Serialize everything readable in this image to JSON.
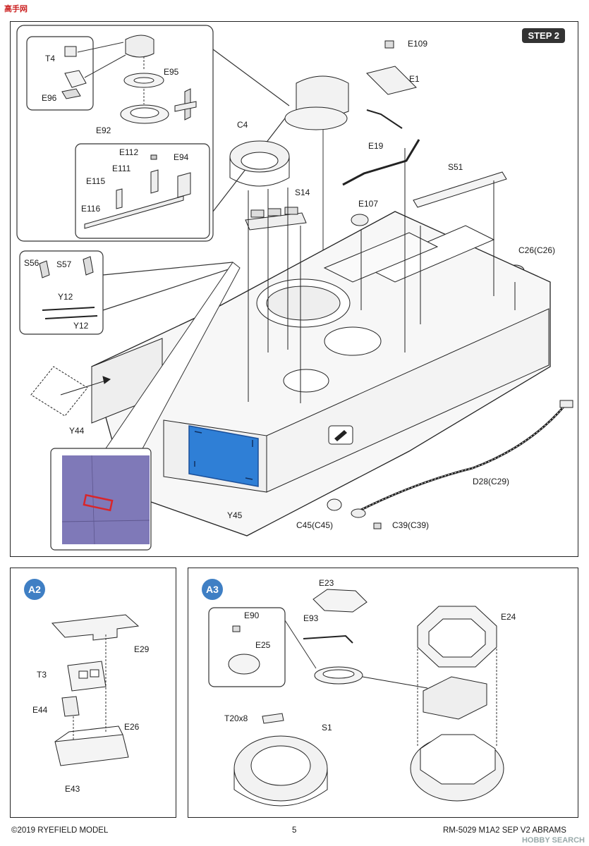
{
  "step_label": "STEP 2",
  "main_labels": {
    "t4": "T4",
    "e95": "E95",
    "e96": "E96",
    "e92": "E92",
    "e112": "E112",
    "e94": "E94",
    "e111": "E111",
    "e115": "E115",
    "e116": "E116",
    "s56": "S56",
    "s57": "S57",
    "y12a": "Y12",
    "y12b": "Y12",
    "c4": "C4",
    "s14": "S14",
    "e109": "E109",
    "e1": "E1",
    "e19": "E19",
    "s51": "S51",
    "e107": "E107",
    "c26": "C26(C26)",
    "y44": "Y44",
    "y45": "Y45",
    "d28": "D28(C29)",
    "c45": "C45(C45)",
    "c39": "C39(C39)"
  },
  "panel_a2": {
    "badge": "A2",
    "labels": {
      "e29": "E29",
      "t3": "T3",
      "e44": "E44",
      "e26": "E26",
      "e43": "E43"
    }
  },
  "panel_a3": {
    "badge": "A3",
    "labels": {
      "e23": "E23",
      "e90": "E90",
      "e93": "E93",
      "e25": "E25",
      "e24": "E24",
      "t20x8": "T20x8",
      "s1": "S1"
    }
  },
  "colors": {
    "accent_blue": "#3f7fc4",
    "decal_blue": "#2f7fd6",
    "photo_purple": "#7f79b8",
    "marker_red": "#d8262b"
  },
  "footer": {
    "copyright": "©2019 RYEFIELD MODEL",
    "page_number": "5",
    "product": "RM-5029 M1A2 SEP V2 ABRAMS"
  },
  "watermark_top": "高手网",
  "watermark_bottom": "HOBBY SEARCH"
}
